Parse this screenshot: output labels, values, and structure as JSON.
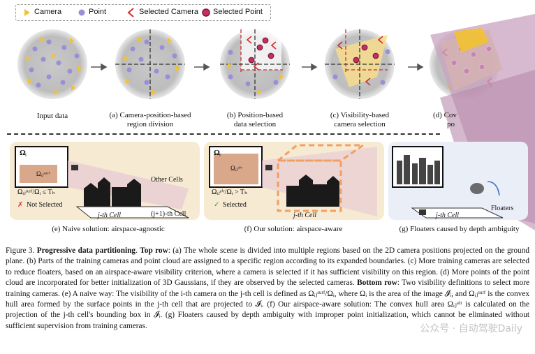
{
  "legend": {
    "camera": "Camera",
    "point": "Point",
    "selected_camera": "Selected Camera",
    "selected_point": "Selected Point"
  },
  "top_row": {
    "input": "Input data",
    "a_line1": "(a) Camera-position-based",
    "a_line2": "region division",
    "b_line1": "(b) Position-based",
    "b_line2": "data selection",
    "c_line1": "(c) Visibility-based",
    "c_line2": "camera selection",
    "d_line1": "(d) Cov",
    "d_line2": "po"
  },
  "bottom_row": {
    "e_caption": "(e) Naive solution: airspace-agnostic",
    "f_caption": "(f) Our solution: airspace-aware",
    "g_caption": "(g) Floaters caused by depth ambiguity",
    "omega_i": "Ω",
    "omega_sub": "i",
    "not_selected": "Not Selected",
    "selected": "Selected",
    "other_cells": "Other Cells",
    "jth_cell": "j-th Cell",
    "j1th_cell": "(j+1)-th Cell",
    "floaters": "Floaters",
    "cross": "✗",
    "check": "✓",
    "cond_e": "Ωᵢⱼˢᵘʳᶠ/Ωᵢ ≤ Tₕ",
    "cond_f": "Ωᵢⱼᵃⁱʳ/Ωᵢ > Tₕ",
    "surf_label": "Ωᵢⱼˢᵘʳᶠ",
    "air_label": "Ωᵢⱼᵃⁱʳ"
  },
  "caption": {
    "fig_num": "Figure 3.",
    "title": "Progressive data partitioning",
    "top_row_label": "Top row",
    "bottom_row_label": "Bottom row",
    "text1": ": (a) The whole scene is divided into multiple regions based on the 2D camera positions projected on the ground plane. (b) Parts of the training cameras and point cloud are assigned to a specific region according to its expanded boundaries. (c) More training cameras are selected to reduce floaters, based on an airspace-aware visibility criterion, where a camera is selected if it has sufficient visibility on this region. (d) More points of the point cloud are incorporated for better initialization of 3D Gaussians, if they are observed by the selected cameras. ",
    "text2": ": Two visibility definitions to select more training cameras. (e) A naive way: The visibility of the i-th camera on the j-th cell is defined as Ωᵢⱼˢᵘʳᶠ/Ωᵢ, where Ωᵢ is the area of the image 𝓘ᵢ, and Ωᵢⱼˢᵘʳᶠ is the convex hull area formed by the surface points in the j-th cell that are projected to 𝓘ᵢ. (f) Our airspace-aware solution: The convex hull area Ωᵢⱼᵃⁱʳ is calculated on the projection of the j-th cell's bounding box in 𝓘ᵢ. (g) Floaters caused by depth ambiguity with improper point initialization, which cannot be eliminated without sufficient supervision from training cameras."
  },
  "colors": {
    "camera": "#f2c230",
    "point": "#9a8fd6",
    "selected_camera": "#d42a2a",
    "selected_point": "#c82d6a",
    "panel_bg": "#f7ead3",
    "pink": "#c9a3bf"
  },
  "watermark": "公众号 · 自动驾驶Daily"
}
